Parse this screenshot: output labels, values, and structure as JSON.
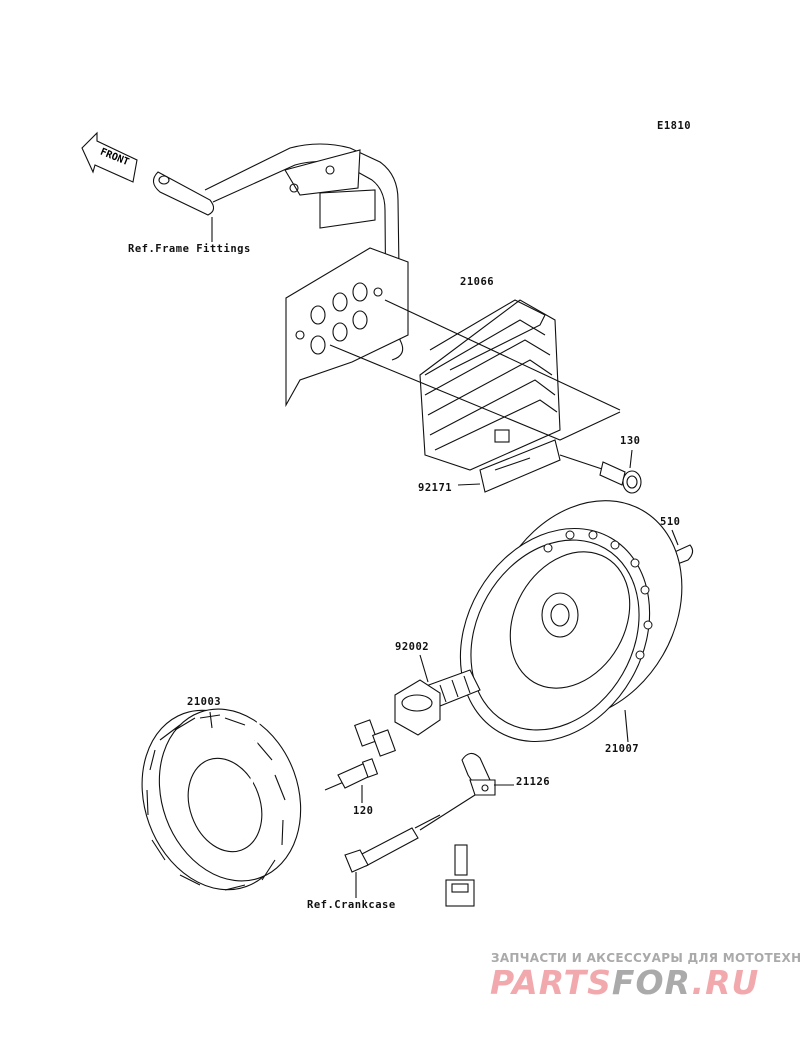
{
  "diagram_code": "E1810",
  "front_arrow": "FRONT",
  "labels": {
    "ref_frame": "Ref.Frame Fittings",
    "p21066": "21066",
    "p130": "130",
    "p92171": "92171",
    "p510": "510",
    "p92002": "92002",
    "p21003": "21003",
    "p21007": "21007",
    "p21126": "21126",
    "p120": "120",
    "ref_crankcase": "Ref.Crankcase"
  },
  "watermark": {
    "tagline": "ЗАПЧАСТИ И АКСЕССУАРЫ ДЛЯ МОТОТЕХНИКИ",
    "part1": "PARTS",
    "part2": "FOR",
    "part3": ".RU",
    "colors": {
      "pink": "#f2a9ad",
      "gray": "#aaaaaa"
    }
  }
}
